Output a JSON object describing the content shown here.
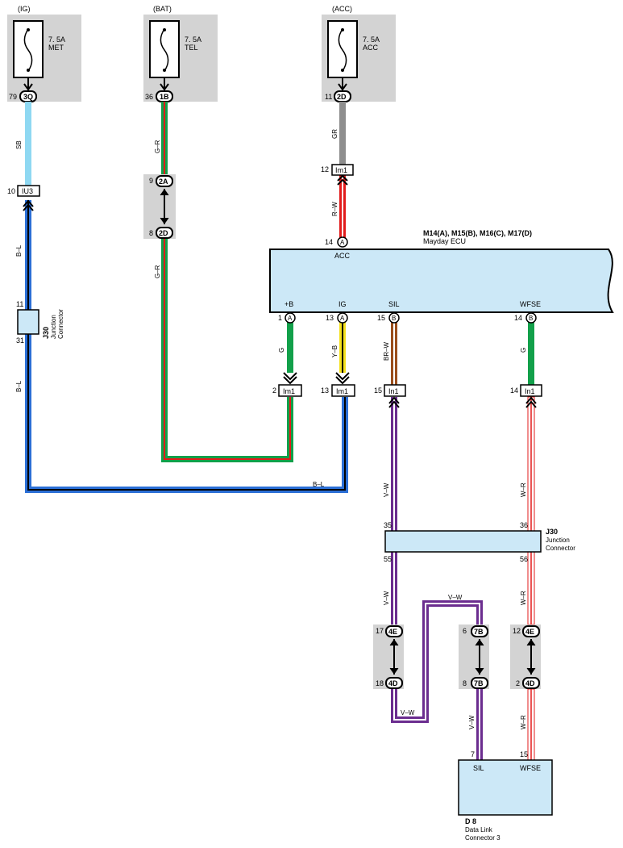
{
  "colors": {
    "panel": "#d3d3d3",
    "box": "#cce8f7",
    "sb": "#8ed8f2",
    "blue": "#2b6fd6",
    "green": "#12a04a",
    "red": "#e21b1b",
    "yellow": "#f5e11e",
    "brown": "#9a4e1c",
    "violet": "#6b2d8f",
    "gray": "#8e8e8e"
  },
  "fuses": [
    {
      "source": "(IG)",
      "rating": "7. 5A",
      "name": "MET",
      "pin": "79",
      "conn": "3Q"
    },
    {
      "source": "(BAT)",
      "rating": "7. 5A",
      "name": "TEL",
      "pin": "36",
      "conn": "1B"
    },
    {
      "source": "(ACC)",
      "rating": "7. 5A",
      "name": "ACC",
      "pin": "11",
      "conn": "2D"
    }
  ],
  "wires": {
    "sb": "SB",
    "bl_top": "B–L",
    "bl_mid": "B–L",
    "bl_bottom": "B–L",
    "gr_top": "G–R",
    "gr_mid": "G–R",
    "gr_acc": "GR",
    "rw": "R–W",
    "g_plus": "G",
    "yb": "Y–B",
    "brw": "BR–W",
    "g_wfse": "G",
    "vw_1": "V–W",
    "vw_2": "V–W",
    "vw_3": "V–W",
    "vw_4": "V–W",
    "vw_5": "V–W",
    "wr_1": "W–R",
    "wr_2": "W–R",
    "wr_3": "W–R"
  },
  "connectors": {
    "iu3": {
      "pin": "10",
      "label": "IU3"
    },
    "im1_acc": {
      "pin": "12",
      "label": "Im1"
    },
    "j2a": {
      "pin": "9",
      "label": "2A"
    },
    "j2d_b": {
      "pin": "8",
      "label": "2D"
    },
    "im1_2": {
      "pin": "2",
      "label": "Im1"
    },
    "im1_13": {
      "pin": "13",
      "label": "Im1"
    },
    "in1_15": {
      "pin": "15",
      "label": "In1"
    },
    "in1_14": {
      "pin": "14",
      "label": "In1"
    },
    "j4e_l": {
      "pin": "17",
      "label": "4E"
    },
    "j4d_l": {
      "pin": "18",
      "label": "4D"
    },
    "j7b_t": {
      "pin": "6",
      "label": "7B"
    },
    "j7b_b": {
      "pin": "8",
      "label": "7B"
    },
    "j4e_r": {
      "pin": "12",
      "label": "4E"
    },
    "j4d_r": {
      "pin": "2",
      "label": "4D"
    }
  },
  "ecu": {
    "parts": "M14(A), M15(B), M16(C), M17(D)",
    "name": "Mayday ECU",
    "acc_pin": "14",
    "acc_conn": "A",
    "acc_label": "ACC",
    "pins": [
      {
        "pin": "1",
        "conn": "A",
        "label": "+B"
      },
      {
        "pin": "13",
        "conn": "A",
        "label": "IG"
      },
      {
        "pin": "15",
        "conn": "B",
        "label": "SIL"
      },
      {
        "pin": "14",
        "conn": "B",
        "label": "WFSE"
      }
    ]
  },
  "j30_left": {
    "id": "J30",
    "line1": "Junction",
    "line2": "Connector",
    "pin_top": "11",
    "pin_bottom": "31"
  },
  "j30_right": {
    "id": "J30",
    "line1": "Junction",
    "line2": "Connector",
    "pin_tl": "35",
    "pin_tr": "36",
    "pin_bl": "55",
    "pin_br": "56"
  },
  "dlc": {
    "id": "D 8",
    "line1": "Data Link",
    "line2": "Connector 3",
    "pin_sil": "7",
    "pin_wfse": "15",
    "label_sil": "SIL",
    "label_wfse": "WFSE"
  }
}
